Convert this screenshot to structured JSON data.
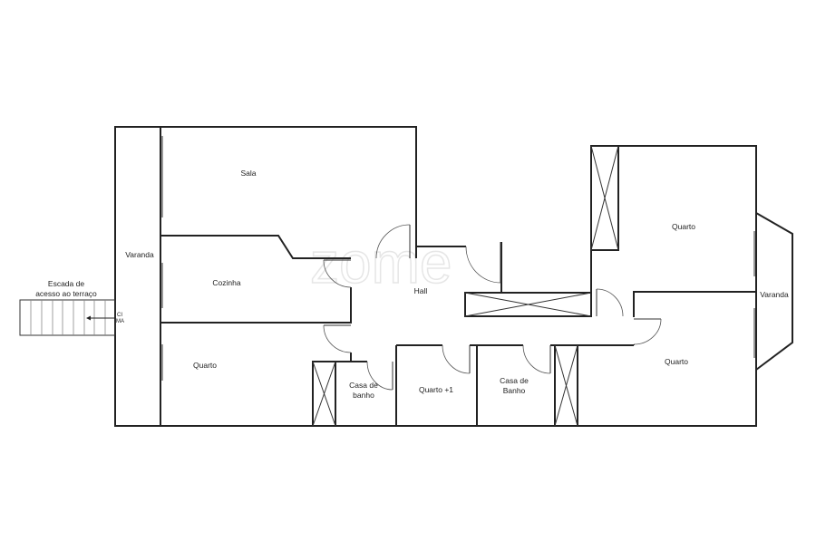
{
  "watermark": "zome",
  "rooms": {
    "sala": "Sala",
    "varanda_left": "Varanda",
    "cozinha": "Cozinha",
    "quarto_left": "Quarto",
    "hall": "Hall",
    "casa_banho_1_line1": "Casa de",
    "casa_banho_1_line2": "banho",
    "quarto_plus1": "Quarto +1",
    "casa_banho_2_line1": "Casa de",
    "casa_banho_2_line2": "Banho",
    "quarto_right_top": "Quarto",
    "quarto_right_bottom": "Quarto",
    "varanda_right": "Varanda"
  },
  "stairs": {
    "label_line1": "Escada de",
    "label_line2": "acesso ao terraço",
    "direction_line1": "CI",
    "direction_line2": "MA"
  }
}
